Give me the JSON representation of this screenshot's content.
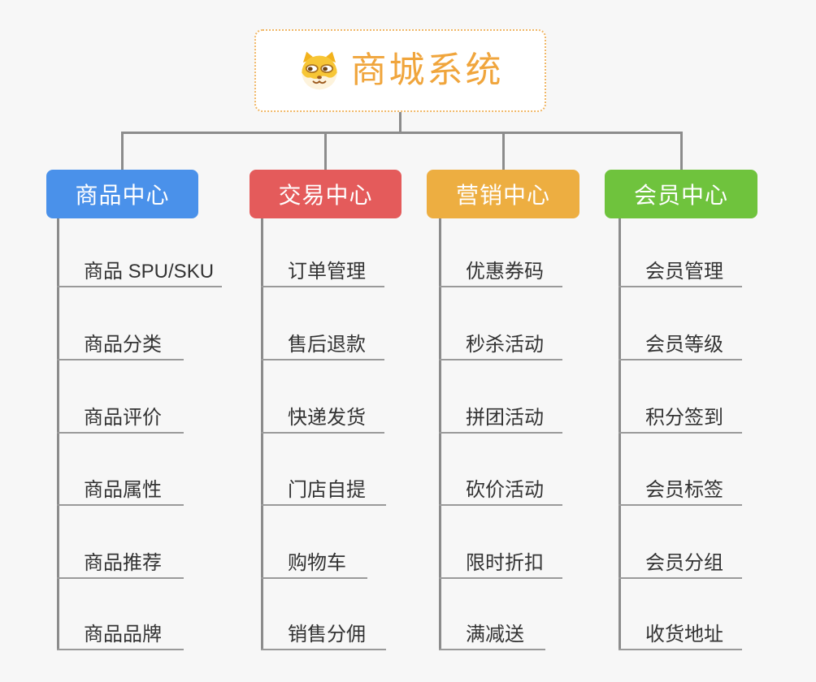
{
  "root": {
    "title": "商城系统",
    "icon": "shiba-dog"
  },
  "branches": [
    {
      "id": "product-center",
      "label": "商品中心",
      "color": "#4a91ea",
      "children": [
        "商品 SPU/SKU",
        "商品分类",
        "商品评价",
        "商品属性",
        "商品推荐",
        "商品品牌"
      ]
    },
    {
      "id": "trade-center",
      "label": "交易中心",
      "color": "#e45b5b",
      "children": [
        "订单管理",
        "售后退款",
        "快递发货",
        "门店自提",
        "购物车",
        "销售分佣"
      ]
    },
    {
      "id": "marketing-center",
      "label": "营销中心",
      "color": "#edae41",
      "children": [
        "优惠券码",
        "秒杀活动",
        "拼团活动",
        "砍价活动",
        "限时折扣",
        "满减送"
      ]
    },
    {
      "id": "member-center",
      "label": "会员中心",
      "color": "#6fc33d",
      "children": [
        "会员管理",
        "会员等级",
        "积分签到",
        "会员标签",
        "会员分组",
        "收货地址"
      ]
    }
  ],
  "colors": {
    "background": "#f7f7f7",
    "root_accent": "#f0a53c",
    "root_border": "#f0b767",
    "connector": "#8c8c8c",
    "underline": "#9a9a9a",
    "child_text": "#333333",
    "node_text": "#ffffff"
  }
}
